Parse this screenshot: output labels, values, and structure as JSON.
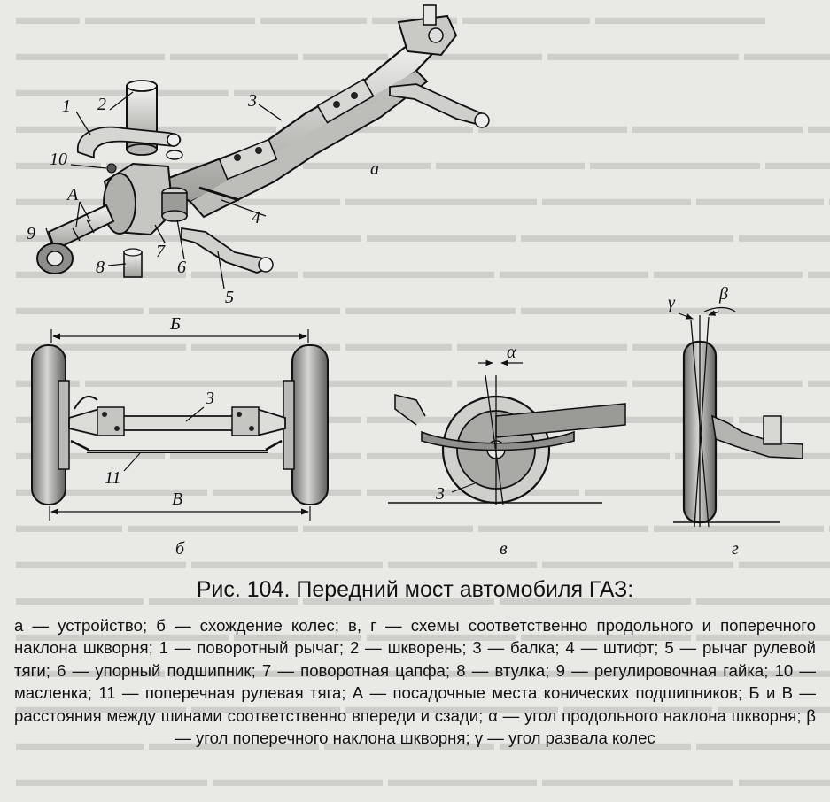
{
  "figure": {
    "title": "Рис. 104. Передний мост автомобиля ГАЗ:",
    "legend": "а — устройство; б — схождение колес; в, г — схемы соответственно продольного и поперечного наклона шкворня; 1 — поворотный рычаг; 2 — шкворень; 3 — балка; 4 — штифт; 5 — рычаг рулевой тяги; 6 — упорный подшипник; 7 — поворотная цапфа; 8 — втулка; 9 — регулировочная гайка; 10 — масленка; 11 — поперечная рулевая тяга; А — посадочные места конических подшипников; Б и В — расстояния между шинами соответственно впереди и сзади; α — угол продольного наклона шкворня; β — угол поперечного наклона шкворня; γ — угол развала колес"
  },
  "labels": {
    "view_a": "а",
    "view_b": "б",
    "view_v": "в",
    "view_g": "г",
    "n1": "1",
    "n2": "2",
    "n3": "3",
    "n3b": "3",
    "n3c": "3",
    "n4": "4",
    "n5": "5",
    "n6": "6",
    "n7": "7",
    "n8": "8",
    "n9": "9",
    "n10": "10",
    "n11": "11",
    "A": "А",
    "B_front": "Б",
    "V_rear": "В",
    "alpha": "α",
    "beta": "β",
    "gamma": "γ"
  }
}
